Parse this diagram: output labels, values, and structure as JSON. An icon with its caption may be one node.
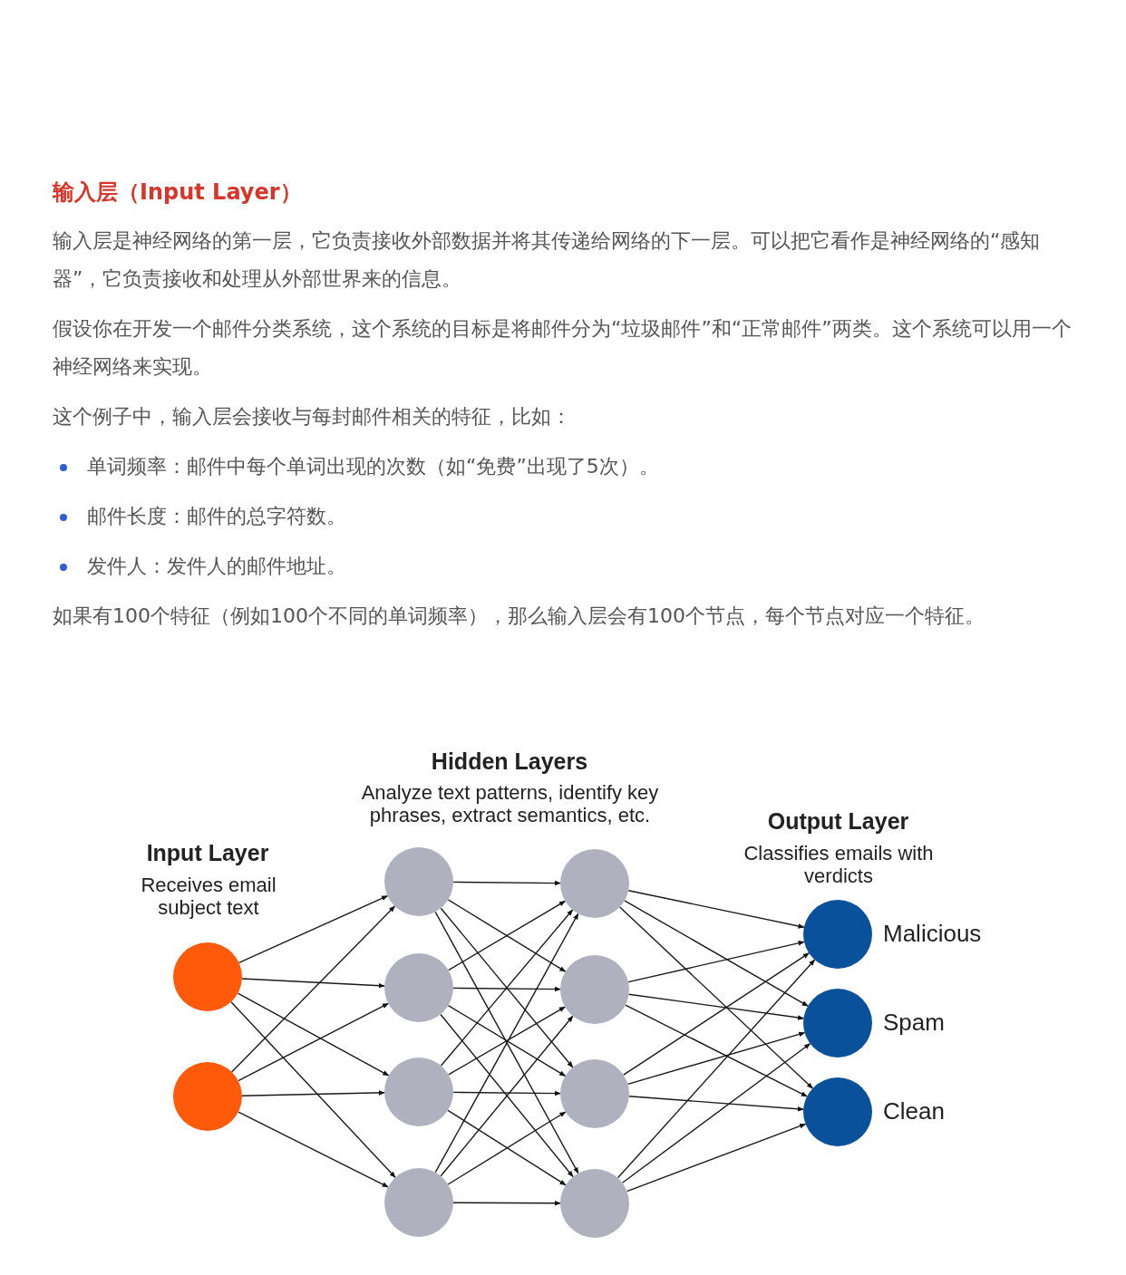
{
  "diagram": {
    "title": "输入层（Input Layer）",
    "nodes": [
      {
        "text": [],
        "shape": "circle"
      },
      {
        "text": [],
        "shape": "circle"
      },
      {
        "text": [],
        "shape": "circle"
      },
      {
        "text": [],
        "shape": "circle"
      },
      {
        "text": [],
        "shape": "circle"
      },
      {
        "text": [],
        "shape": "circle"
      },
      {
        "text": [],
        "shape": "circle"
      },
      {
        "text": [],
        "shape": "circle"
      },
      {
        "text": [],
        "shape": "circle"
      },
      {
        "text": [],
        "shape": "circle"
      },
      {
        "text": [],
        "shape": "circle",
        "beside": [
          "Malicious"
        ]
      },
      {
        "text": [],
        "shape": "circle",
        "beside": [
          "Spam"
        ]
      },
      {
        "text": [],
        "shape": "circle",
        "beside": [
          "Clean"
        ]
      }
    ],
    "edges": [
      {
        "from": 0,
        "to": 2,
        "arrow": "to"
      },
      {
        "from": 0,
        "to": 3,
        "arrow": "to"
      },
      {
        "from": 0,
        "to": 4,
        "arrow": "to"
      },
      {
        "from": 0,
        "to": 5,
        "arrow": "to"
      },
      {
        "from": 1,
        "to": 2,
        "arrow": "to"
      },
      {
        "from": 1,
        "to": 3,
        "arrow": "to"
      },
      {
        "from": 1,
        "to": 4,
        "arrow": "to"
      },
      {
        "from": 1,
        "to": 5,
        "arrow": "to"
      },
      {
        "from": 2,
        "to": 6,
        "arrow": "to"
      },
      {
        "from": 2,
        "to": 7,
        "arrow": "to"
      },
      {
        "from": 2,
        "to": 8,
        "arrow": "to"
      },
      {
        "from": 2,
        "to": 9,
        "arrow": "to"
      },
      {
        "from": 3,
        "to": 6,
        "arrow": "to"
      },
      {
        "from": 3,
        "to": 7,
        "arrow": "to"
      },
      {
        "from": 3,
        "to": 8,
        "arrow": "to"
      },
      {
        "from": 3,
        "to": 9,
        "arrow": "to"
      },
      {
        "from": 4,
        "to": 6,
        "arrow": "to"
      },
      {
        "from": 4,
        "to": 7,
        "arrow": "to"
      },
      {
        "from": 4,
        "to": 8,
        "arrow": "to"
      },
      {
        "from": 4,
        "to": 9,
        "arrow": "to"
      },
      {
        "from": 5,
        "to": 6,
        "arrow": "to"
      },
      {
        "from": 5,
        "to": 7,
        "arrow": "to"
      },
      {
        "from": 5,
        "to": 8,
        "arrow": "to"
      },
      {
        "from": 5,
        "to": 9,
        "arrow": "to"
      },
      {
        "from": 6,
        "to": 10,
        "arrow": "to"
      },
      {
        "from": 6,
        "to": 11,
        "arrow": "to"
      },
      {
        "from": 6,
        "to": 12,
        "arrow": "to"
      },
      {
        "from": 7,
        "to": 10,
        "arrow": "to"
      },
      {
        "from": 7,
        "to": 11,
        "arrow": "to"
      },
      {
        "from": 7,
        "to": 12,
        "arrow": "to"
      },
      {
        "from": 8,
        "to": 10,
        "arrow": "to"
      },
      {
        "from": 8,
        "to": 11,
        "arrow": "to"
      },
      {
        "from": 8,
        "to": 12,
        "arrow": "to"
      },
      {
        "from": 9,
        "to": 10,
        "arrow": "to"
      },
      {
        "from": 9,
        "to": 11,
        "arrow": "to"
      },
      {
        "from": 9,
        "to": 12,
        "arrow": "to"
      }
    ],
    "labels": [
      "输入层是神经网络的第一层，它负责接收外部数据并将其传递给网络的下一层。可以把它看作是神经网络的“感知器”，它负责接收和处理从外部世界来的信息。",
      "假设你在开发一个邮件分类系统，这个系统的目标是将邮件分为“垃圾邮件”和“正常邮件”两类。这个系统可以用一个神经网络来实现。",
      "这个例子中，输入层会接收与每封邮件相关的特征，比如：",
      "单词频率：邮件中每个单词出现的次数（如“免费”出现了5次）。",
      "邮件长度：邮件的总字符数。",
      "发件人：发件人的邮件地址。",
      "如果有100个特征（例如100个不同的单词频率），那么输入层会有100个节点，每个节点对应一个特征。",
      "Hidden Layers",
      "Analyze text patterns, identify key phrases, extract semantics, etc.",
      "Output Layer",
      "Classifies emails with verdicts",
      "Input Layer",
      "Receives email subject text"
    ]
  }
}
